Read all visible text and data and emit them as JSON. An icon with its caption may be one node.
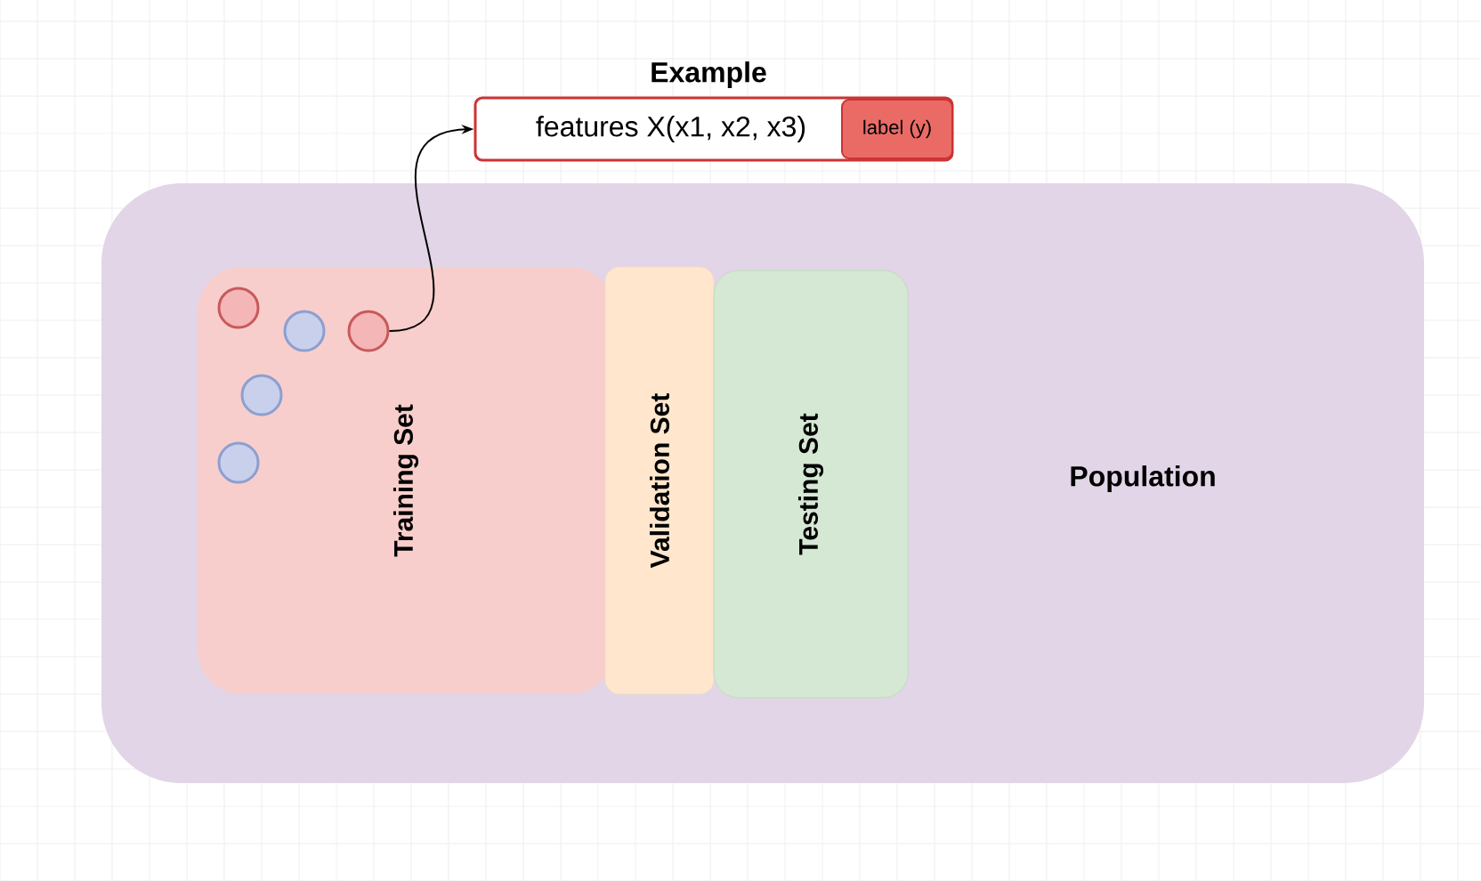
{
  "diagram": {
    "nodes": [
      {
        "text": [
          "Population"
        ]
      },
      {
        "text": [
          "Training Set"
        ],
        "in": 0
      },
      {
        "text": [
          "Validation Set"
        ],
        "in": 0
      },
      {
        "text": [
          "Testing Set"
        ],
        "in": 0
      },
      {
        "text": [],
        "shape": "circle",
        "in": 1
      },
      {
        "text": [],
        "shape": "circle",
        "in": 1
      },
      {
        "text": [],
        "shape": "circle",
        "in": 1
      },
      {
        "text": [],
        "shape": "circle",
        "in": 1
      },
      {
        "text": [],
        "shape": "circle",
        "in": 1
      },
      {
        "text": [
          "Example",
          "features X(x1, x2, x3)"
        ]
      },
      {
        "text": [
          "label (y)"
        ],
        "in": 9
      }
    ],
    "edges": [
      {
        "from": 6,
        "to": 9,
        "arrow": "to"
      }
    ]
  }
}
